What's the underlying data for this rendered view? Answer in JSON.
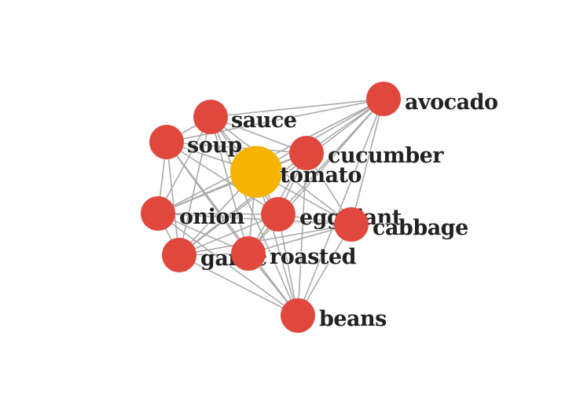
{
  "graph": {
    "colors": {
      "node": "#e0483d",
      "focus_node": "#f5b400",
      "edge": "#aaaaaa",
      "label": "#222222"
    },
    "focus": "tomato",
    "nodes": [
      {
        "id": "avocado",
        "label": "avocado"
      },
      {
        "id": "sauce",
        "label": "sauce"
      },
      {
        "id": "soup",
        "label": "soup"
      },
      {
        "id": "cucumber",
        "label": "cucumber"
      },
      {
        "id": "tomato",
        "label": "tomato"
      },
      {
        "id": "onion",
        "label": "onion"
      },
      {
        "id": "eggplant",
        "label": "eggplant"
      },
      {
        "id": "cabbage",
        "label": "cabbage"
      },
      {
        "id": "garlic",
        "label": "garlic"
      },
      {
        "id": "roasted",
        "label": "roasted"
      },
      {
        "id": "beans",
        "label": "beans"
      }
    ],
    "edges": [
      [
        "avocado",
        "sauce"
      ],
      [
        "avocado",
        "soup"
      ],
      [
        "avocado",
        "cucumber"
      ],
      [
        "avocado",
        "tomato"
      ],
      [
        "avocado",
        "onion"
      ],
      [
        "avocado",
        "eggplant"
      ],
      [
        "avocado",
        "cabbage"
      ],
      [
        "avocado",
        "garlic"
      ],
      [
        "avocado",
        "roasted"
      ],
      [
        "avocado",
        "beans"
      ],
      [
        "sauce",
        "soup"
      ],
      [
        "sauce",
        "cucumber"
      ],
      [
        "sauce",
        "tomato"
      ],
      [
        "sauce",
        "onion"
      ],
      [
        "sauce",
        "eggplant"
      ],
      [
        "sauce",
        "garlic"
      ],
      [
        "sauce",
        "roasted"
      ],
      [
        "sauce",
        "beans"
      ],
      [
        "sauce",
        "cabbage"
      ],
      [
        "soup",
        "tomato"
      ],
      [
        "soup",
        "onion"
      ],
      [
        "soup",
        "eggplant"
      ],
      [
        "soup",
        "garlic"
      ],
      [
        "soup",
        "roasted"
      ],
      [
        "soup",
        "beans"
      ],
      [
        "soup",
        "cucumber"
      ],
      [
        "cucumber",
        "tomato"
      ],
      [
        "cucumber",
        "eggplant"
      ],
      [
        "cucumber",
        "cabbage"
      ],
      [
        "cucumber",
        "roasted"
      ],
      [
        "cucumber",
        "onion"
      ],
      [
        "cucumber",
        "beans"
      ],
      [
        "cucumber",
        "garlic"
      ],
      [
        "tomato",
        "onion"
      ],
      [
        "tomato",
        "eggplant"
      ],
      [
        "tomato",
        "cabbage"
      ],
      [
        "tomato",
        "garlic"
      ],
      [
        "tomato",
        "roasted"
      ],
      [
        "tomato",
        "beans"
      ],
      [
        "onion",
        "eggplant"
      ],
      [
        "onion",
        "garlic"
      ],
      [
        "onion",
        "roasted"
      ],
      [
        "onion",
        "beans"
      ],
      [
        "onion",
        "cabbage"
      ],
      [
        "eggplant",
        "cabbage"
      ],
      [
        "eggplant",
        "garlic"
      ],
      [
        "eggplant",
        "roasted"
      ],
      [
        "eggplant",
        "beans"
      ],
      [
        "cabbage",
        "roasted"
      ],
      [
        "cabbage",
        "beans"
      ],
      [
        "cabbage",
        "garlic"
      ],
      [
        "garlic",
        "roasted"
      ],
      [
        "garlic",
        "beans"
      ],
      [
        "roasted",
        "beans"
      ]
    ]
  }
}
